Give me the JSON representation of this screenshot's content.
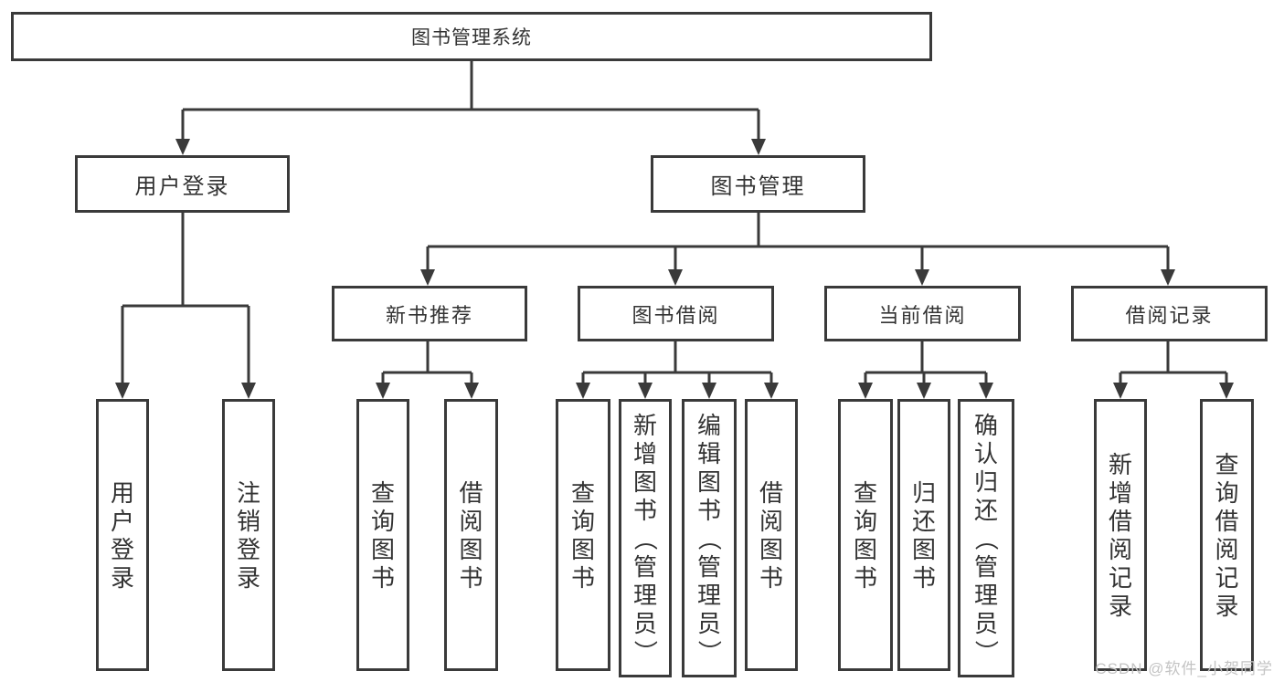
{
  "diagram": {
    "root": "图书管理系统",
    "level2": {
      "user_login": "用户登录",
      "book_mgmt": "图书管理"
    },
    "level3": {
      "new_books": "新书推荐",
      "book_borrow": "图书借阅",
      "current_borrow": "当前借阅",
      "borrow_records": "借阅记录"
    },
    "leaves": {
      "user_login": "用户登录",
      "logout": "注销登录",
      "nb_query": "查询图书",
      "nb_borrow": "借阅图书",
      "bb_query": "查询图书",
      "bb_add": "新增图书（管理员）",
      "bb_edit": "编辑图书（管理员）",
      "bb_borrow": "借阅图书",
      "cb_query": "查询图书",
      "cb_return": "归还图书",
      "cb_confirm": "确认归还（管理员）",
      "br_add": "新增借阅记录",
      "br_query": "查询借阅记录"
    },
    "watermark": "CSDN @软件_小贺同学",
    "colors": {
      "line": "#3a3a3a",
      "text": "#333333",
      "watermark": "#c4c4c4",
      "background": "#ffffff"
    }
  }
}
